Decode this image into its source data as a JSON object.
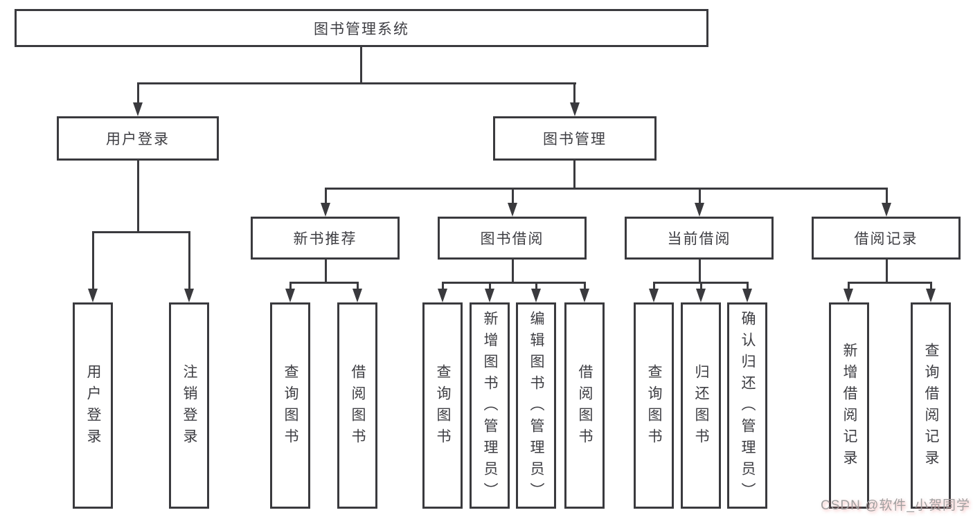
{
  "tree": {
    "root": "图书管理系统",
    "branches": [
      {
        "label": "用户登录",
        "children": [
          "用户登录",
          "注销登录"
        ]
      },
      {
        "label": "图书管理",
        "children": [
          {
            "label": "新书推荐",
            "children": [
              "查询图书",
              "借阅图书"
            ]
          },
          {
            "label": "图书借阅",
            "children": [
              "查询图书",
              "新增图书（管理员）",
              "编辑图书（管理员）",
              "借阅图书"
            ]
          },
          {
            "label": "当前借阅",
            "children": [
              "查询图书",
              "归还图书",
              "确认归还（管理员）"
            ]
          },
          {
            "label": "借阅记录",
            "children": [
              "新增借阅记录",
              "查询借阅记录"
            ]
          }
        ]
      }
    ]
  },
  "watermark": {
    "text": "CSDN @软件_小贺同学"
  },
  "colors": {
    "line": "#3a3a3e",
    "text": "#3d3d42",
    "box_fill": "#ffffff",
    "watermark": "#a0a0a0",
    "watermark_glow": "#ec6a6a"
  }
}
